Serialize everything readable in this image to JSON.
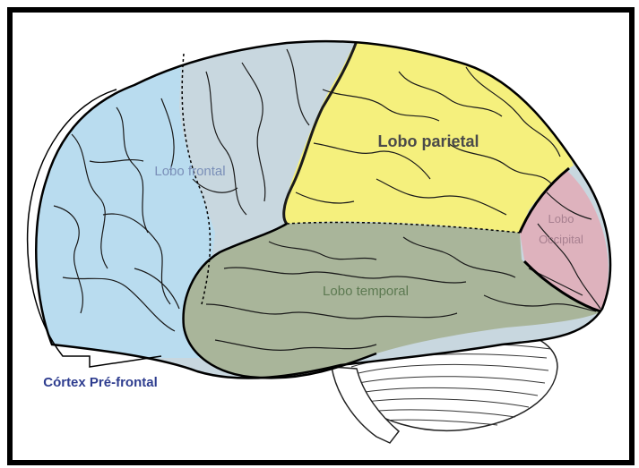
{
  "labels": {
    "frontal": "Lobo frontal",
    "parietal": "Lobo parietal",
    "occipital_line1": "Lobo",
    "occipital_line2": "Occipital",
    "temporal": "Lobo temporal",
    "prefrontal": "Córtex Pré-frontal"
  },
  "colors": {
    "frontal": "#b9dcef",
    "frontal_back": "#c8d7df",
    "parietal": "#f5f07d",
    "occipital": "#deb2bd",
    "temporal": "#a9b59a",
    "cerebellum": "#ffffff",
    "prefrontal_text": "#2e3d8f",
    "parietal_text": "#4a4a4a",
    "frontal_text": "#7a8fb8",
    "temporal_text": "#5d7a52",
    "occipital_text": "#a88090"
  }
}
